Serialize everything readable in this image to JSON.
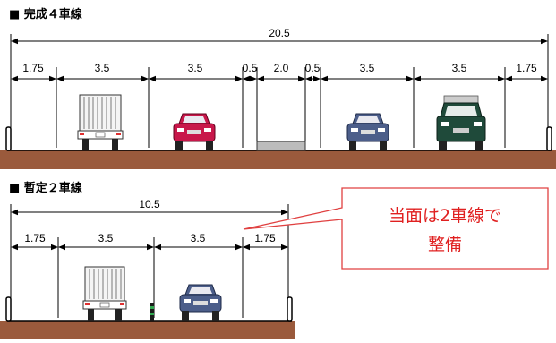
{
  "sections": {
    "complete": {
      "title": "■ 完成４車線",
      "total_width": "20.5",
      "lane_widths": [
        "1.75",
        "3.5",
        "3.5",
        "0.5",
        "2.0",
        "0.5",
        "3.5",
        "3.5",
        "1.75"
      ]
    },
    "provisional": {
      "title": "■ 暫定２車線",
      "total_width": "10.5",
      "lane_widths": [
        "1.75",
        "3.5",
        "3.5",
        "1.75"
      ]
    }
  },
  "callout": {
    "line1": "当面は2車線で",
    "line2": "整備"
  },
  "colors": {
    "ground": "#9a5a3c",
    "callout_text": "#e02020",
    "callout_border": "#e04040",
    "car_red": "#c8174a",
    "car_blue": "#4c5e8a",
    "suv_green": "#1f4a3a",
    "median": "#bcbcbc"
  }
}
